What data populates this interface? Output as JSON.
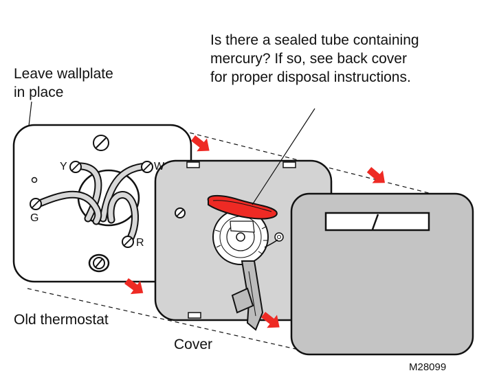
{
  "labels": {
    "wallplate_line1": "Leave wallplate",
    "wallplate_line2": "in place",
    "mercury_line1": "Is there a sealed tube containing",
    "mercury_line2": "mercury? If so, see back cover",
    "mercury_line3": "for proper disposal instructions.",
    "old_thermostat": "Old thermostat",
    "cover": "Cover",
    "figure_code": "M28099"
  },
  "terminals": {
    "y": "Y",
    "w": "W",
    "g": "G",
    "r": "R"
  },
  "colors": {
    "outline": "#111111",
    "plate_fill": "#ffffff",
    "base_fill": "#d3d3d3",
    "cover_fill": "#c4c4c4",
    "arrow_red": "#ee2a24",
    "mercury_red": "#ee2a24"
  }
}
